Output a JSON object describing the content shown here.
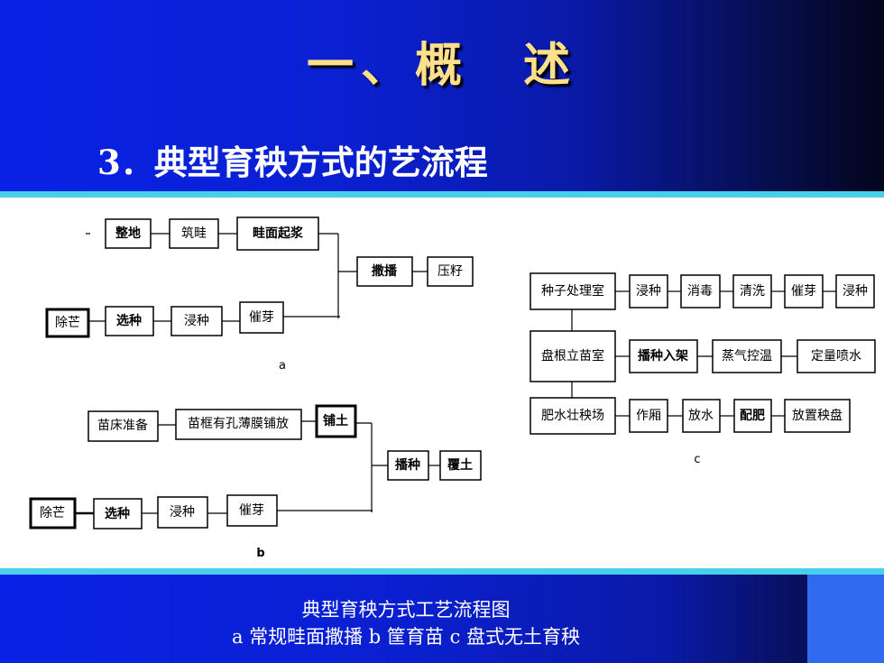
{
  "slide": {
    "title": "一、概　述",
    "subtitle": "3．典型育秧方式的艺流程",
    "caption_line1": "典型育秧方式工艺流程图",
    "caption_line2": "a 常规畦面撒播 b 筐育苗  c 盘式无土育秧"
  },
  "diagram": {
    "a": {
      "label": "a",
      "row1": [
        "整地",
        "筑畦",
        "畦面起浆"
      ],
      "row2": [
        "除芒",
        "选种",
        "浸种",
        "催芽"
      ],
      "merge": [
        "撒播",
        "压籽"
      ]
    },
    "b": {
      "label": "b",
      "row1": [
        "苗床准备",
        "苗框有孔薄膜铺放",
        "铺土"
      ],
      "row2": [
        "除芒",
        "选种",
        "浸种",
        "催芽"
      ],
      "merge": [
        "播种",
        "覆土"
      ]
    },
    "c": {
      "label": "c",
      "rows": [
        [
          "种子处理室",
          "浸种",
          "消毒",
          "清洗",
          "催芽",
          "浸种"
        ],
        [
          "盘根立苗室",
          "播种入架",
          "蒸气控温",
          "定量喷水"
        ],
        [
          "肥水壮秧场",
          "作厢",
          "放水",
          "配肥",
          "放置秧盘"
        ]
      ]
    }
  }
}
